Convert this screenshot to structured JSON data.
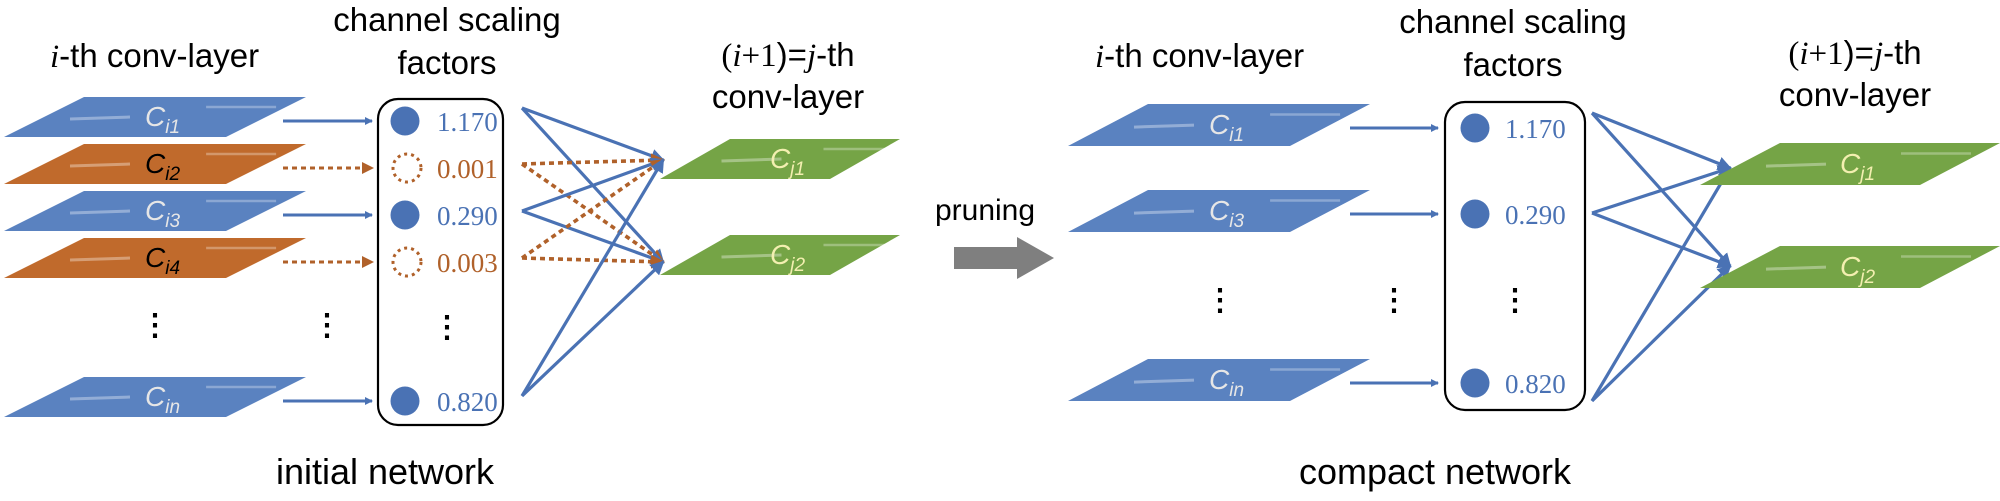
{
  "colors": {
    "blue": "#5a82c0",
    "blue_dark": "#4a72b4",
    "orange": "#c06a2c",
    "orange_text": "#b0612a",
    "green": "#75a446",
    "green_label": "#f3efb0",
    "blue_label": "#e6e6e6",
    "orange_label": "#000000",
    "arrow_gray": "#7f7f7f",
    "box_border": "#000000"
  },
  "initial": {
    "caption": "initial network",
    "layer_i_title": {
      "prefix": "i",
      "rest": "-th conv-layer"
    },
    "factors_title": [
      "channel scaling",
      "factors"
    ],
    "layer_j_title": {
      "line1_paren_open": "(",
      "line1_i": "i",
      "line1_plus1": "+1",
      "line1_paren_close": ")=",
      "line1_j": "j",
      "line1_th": "-th",
      "line2": "conv-layer"
    },
    "input_channels": [
      {
        "base": "C",
        "sub": "i1",
        "kept": true
      },
      {
        "base": "C",
        "sub": "i2",
        "kept": false
      },
      {
        "base": "C",
        "sub": "i3",
        "kept": true
      },
      {
        "base": "C",
        "sub": "i4",
        "kept": false
      },
      {
        "base": "C",
        "sub": "in",
        "kept": true
      }
    ],
    "factors": [
      {
        "value": "1.170",
        "kept": true
      },
      {
        "value": "0.001",
        "kept": false
      },
      {
        "value": "0.290",
        "kept": true
      },
      {
        "value": "0.003",
        "kept": false
      },
      {
        "value": "0.820",
        "kept": true
      }
    ],
    "output_channels": [
      {
        "base": "C",
        "sub": "j1"
      },
      {
        "base": "C",
        "sub": "j2"
      }
    ],
    "ellipsis": "⋮"
  },
  "transition": {
    "label": "pruning",
    "icon": "right-arrow-icon"
  },
  "compact": {
    "caption": "compact network",
    "layer_i_title": {
      "prefix": "i",
      "rest": "-th conv-layer"
    },
    "factors_title": [
      "channel scaling",
      "factors"
    ],
    "layer_j_title": {
      "line1_paren_open": "(",
      "line1_i": "i",
      "line1_plus1": "+1",
      "line1_paren_close": ")=",
      "line1_j": "j",
      "line1_th": "-th",
      "line2": "conv-layer"
    },
    "input_channels": [
      {
        "base": "C",
        "sub": "i1"
      },
      {
        "base": "C",
        "sub": "i3"
      },
      {
        "base": "C",
        "sub": "in"
      }
    ],
    "factors": [
      {
        "value": "1.170"
      },
      {
        "value": "0.290"
      },
      {
        "value": "0.820"
      }
    ],
    "output_channels": [
      {
        "base": "C",
        "sub": "j1"
      },
      {
        "base": "C",
        "sub": "j2"
      }
    ],
    "ellipsis": "⋮"
  }
}
